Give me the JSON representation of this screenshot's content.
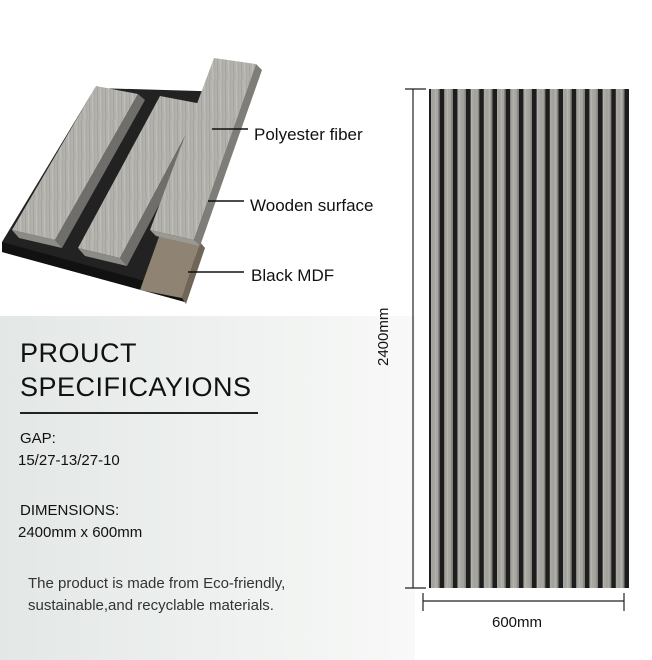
{
  "product_diagram": {
    "callouts": {
      "polyester_fiber": "Polyester  fiber",
      "wooden_surface": "Wooden surface",
      "black_mdf": "Black MDF"
    }
  },
  "specifications": {
    "title_line1": "PROUCT",
    "title_line2": "SPECIFICAYIONS",
    "gap_label": "GAP:",
    "gap_value": "15/27-13/27-10",
    "dimensions_label": "DIMENSIONS:",
    "dimensions_value": "2400mm x 600mm"
  },
  "note": {
    "line1": "The product is made from Eco-friendly,",
    "line2": "sustainable,and recyclable materials."
  },
  "panel": {
    "height_label": "2400mm",
    "width_label": "600mm"
  },
  "colors": {
    "slat_gray": "#a9a8a3",
    "mdf_black": "#1b1b1b",
    "band": "#e8ecea"
  }
}
